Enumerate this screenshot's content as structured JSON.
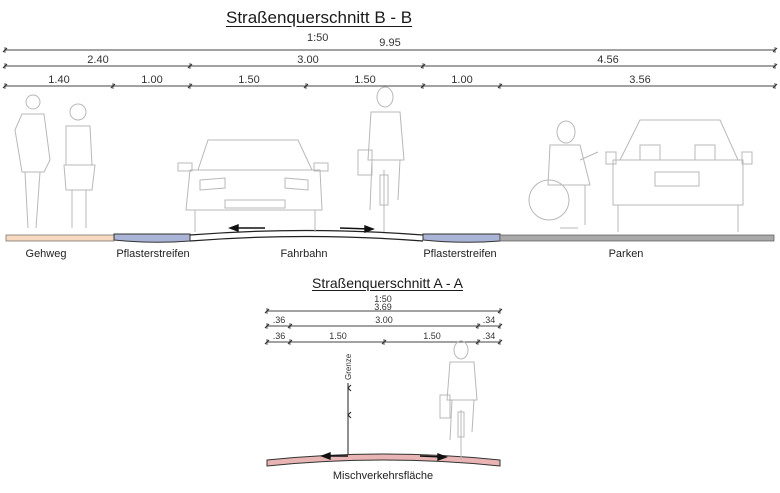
{
  "section_bb": {
    "title": "Straßenquerschnitt B - B",
    "scale": "1:50",
    "dimensions": {
      "total": "9.95",
      "row2": [
        "2.40",
        "3.00",
        "4.56"
      ],
      "row3": [
        "1.40",
        "1.00",
        "1.50",
        "1.50",
        "1.00",
        "3.56"
      ]
    },
    "zones": [
      {
        "label": "Gehweg",
        "color": "#f7d9bf"
      },
      {
        "label": "Pflasterstreifen",
        "color": "#aab4d6"
      },
      {
        "label": "Fahrbahn",
        "color": "#ffffff"
      },
      {
        "label": "Pflasterstreifen",
        "color": "#aab4d6"
      },
      {
        "label": "Parken",
        "color": "#a9a9a9"
      }
    ],
    "figures": [
      "pedestrians-couple",
      "car-front",
      "cyclist-rear",
      "wheelchair-user",
      "station-wagon-rear"
    ]
  },
  "section_aa": {
    "title": "Straßenquerschnitt A - A",
    "scale": "1:50",
    "dimensions": {
      "total": "3.69",
      "row2": [
        ".36",
        "3.00",
        ".34"
      ],
      "row3": [
        ".36",
        "1.50",
        "1.50",
        ".34"
      ]
    },
    "boundary_label": "Grenze",
    "zones": [
      {
        "label": "Mischverkehrsfläche",
        "color": "#e8b4b4"
      }
    ],
    "figures": [
      "cyclist-rear"
    ]
  },
  "colors": {
    "line": "#333333",
    "figure_stroke": "#b8b8b8"
  }
}
